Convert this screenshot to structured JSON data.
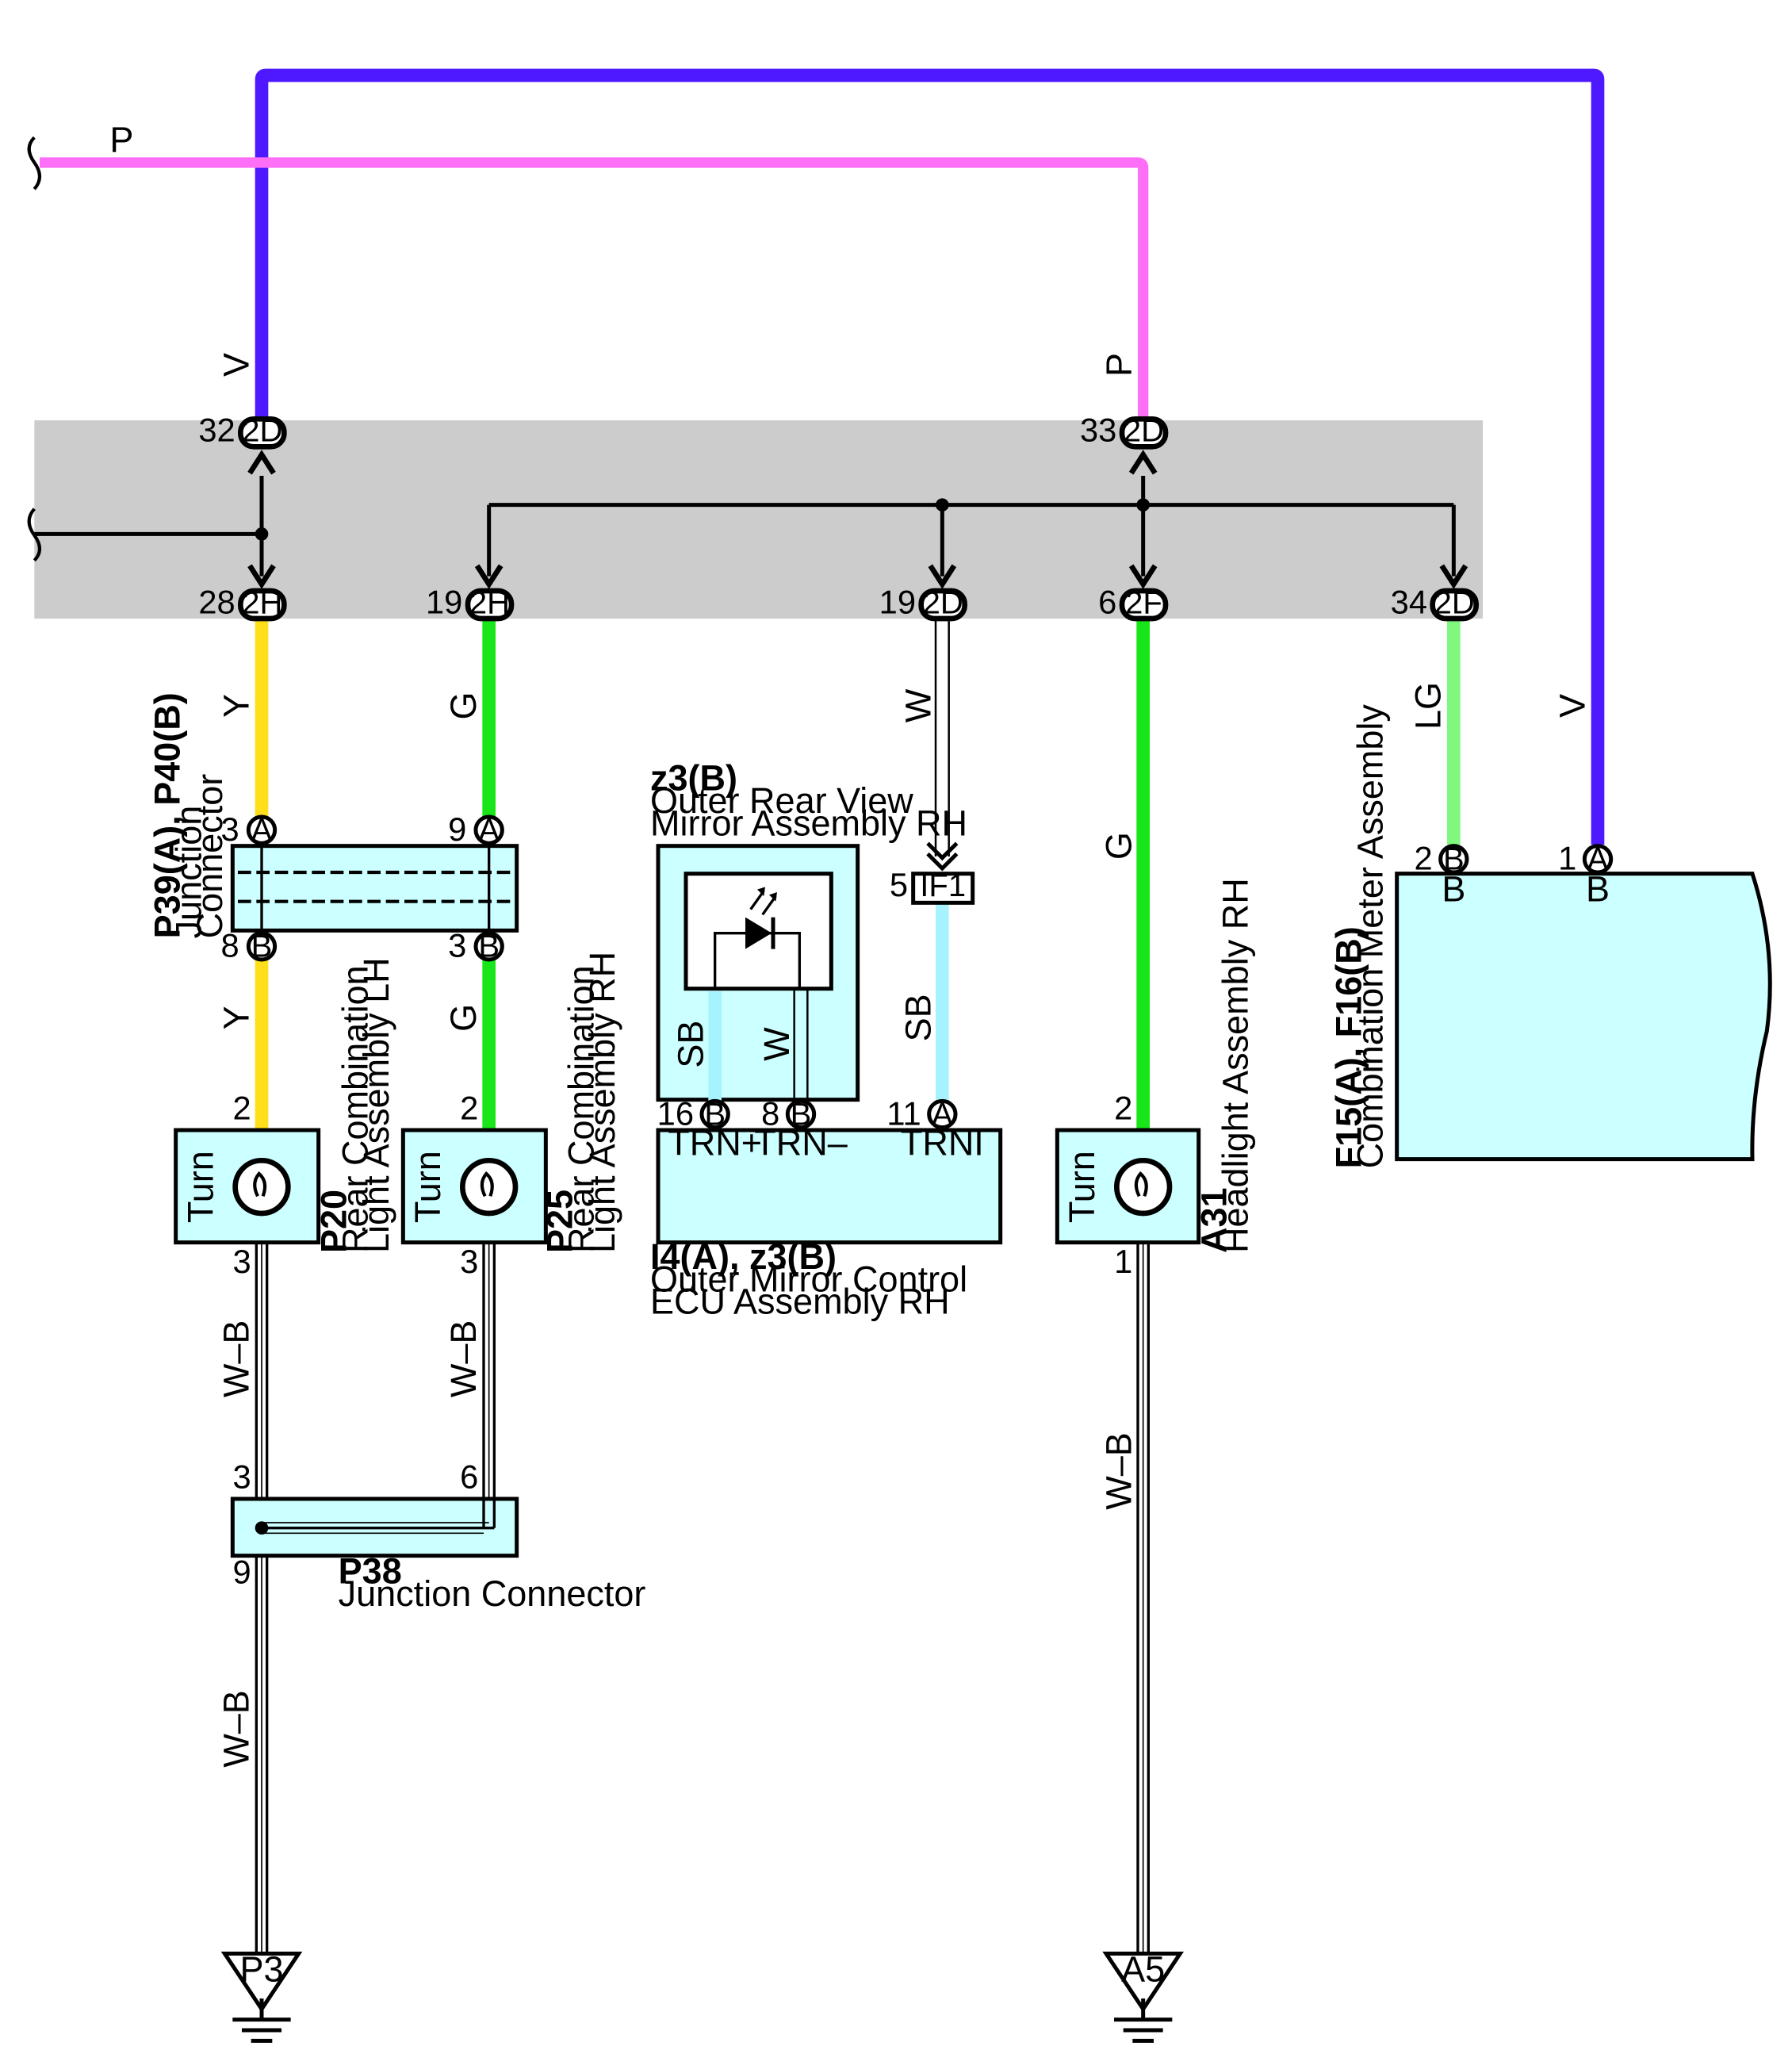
{
  "colors": {
    "violet": "#4f19ff",
    "pink": "#ff6ef7",
    "yellow": "#ffdf1a",
    "green": "#19e619",
    "light_green": "#80f87f",
    "sky_blue": "#a6f3ff",
    "component_fill": "#ccffff",
    "junction_block": "#cccccc"
  },
  "wires": {
    "top_p": "P",
    "v_left": "V",
    "p_right": "P",
    "y_upper": "Y",
    "g_upper": "G",
    "w_mid": "W",
    "g_right": "G",
    "lg": "LG",
    "v_right": "V",
    "y_lower": "Y",
    "g_lower": "G",
    "sb_mirror": "SB",
    "w_mirror": "W",
    "sb_mid": "SB",
    "wb_p20": "W–B",
    "wb_p25": "W–B",
    "wb_p38": "W–B",
    "wb_a31": "W–B"
  },
  "junction_block": {
    "pins": {
      "p32": "32",
      "c32": "2D",
      "p33": "33",
      "c33": "2D",
      "p28": "28",
      "c28": "2H",
      "p19a": "19",
      "c19a": "2H",
      "p19b": "19",
      "c19b": "2D",
      "p6": "6",
      "c6": "2F",
      "p34": "34",
      "c34": "2D"
    }
  },
  "junction_connector_p39": {
    "name": "P39(A), P40(B)",
    "desc1": "Junction",
    "desc2": "Connector",
    "pins": {
      "t1": "3",
      "t1c": "A",
      "t2": "9",
      "t2c": "A",
      "b1": "8",
      "b1c": "B",
      "b2": "3",
      "b2c": "B"
    }
  },
  "p20": {
    "code": "P20",
    "desc1": "Rear Combination",
    "desc2": "Light Assembly LH",
    "label": "Turn",
    "pin_top": "2",
    "pin_bottom": "3"
  },
  "p25": {
    "code": "P25",
    "desc1": "Rear Combination",
    "desc2": "Light Assembly RH",
    "label": "Turn",
    "pin_top": "2",
    "pin_bottom": "3"
  },
  "a31": {
    "code": "A31",
    "desc1": "Headlight Assembly RH",
    "label": "Turn",
    "pin_top": "2",
    "pin_bottom": "1"
  },
  "mirror": {
    "code": "z3(B)",
    "desc1": "Outer Rear View",
    "desc2": "Mirror Assembly RH"
  },
  "ecu": {
    "code": "I4(A), z3(B)",
    "desc1": "Outer Mirror Control",
    "desc2": "ECU Assembly RH",
    "pins": {
      "p16": "16",
      "c16": "B",
      "p8": "8",
      "c8": "B",
      "p11": "11",
      "c11": "A"
    },
    "terminals": {
      "trn_plus": "TRN+",
      "trn_minus": "TRN–",
      "trni": "TRNI"
    }
  },
  "if1": {
    "pin": "5",
    "label": "IF1"
  },
  "p38": {
    "code": "P38",
    "desc1": "Junction Connector",
    "pin_l": "3",
    "pin_r": "6",
    "pin_b": "9"
  },
  "meter": {
    "code": "F15(A), F16(B)",
    "desc1": "Combination Meter Assembly",
    "pins": {
      "p2": "2",
      "c2": "B",
      "p1": "1",
      "c1": "A"
    },
    "terminals": {
      "t_b1": "B",
      "t_b2": "B"
    }
  },
  "grounds": {
    "g1": "P3",
    "g2": "A5"
  }
}
